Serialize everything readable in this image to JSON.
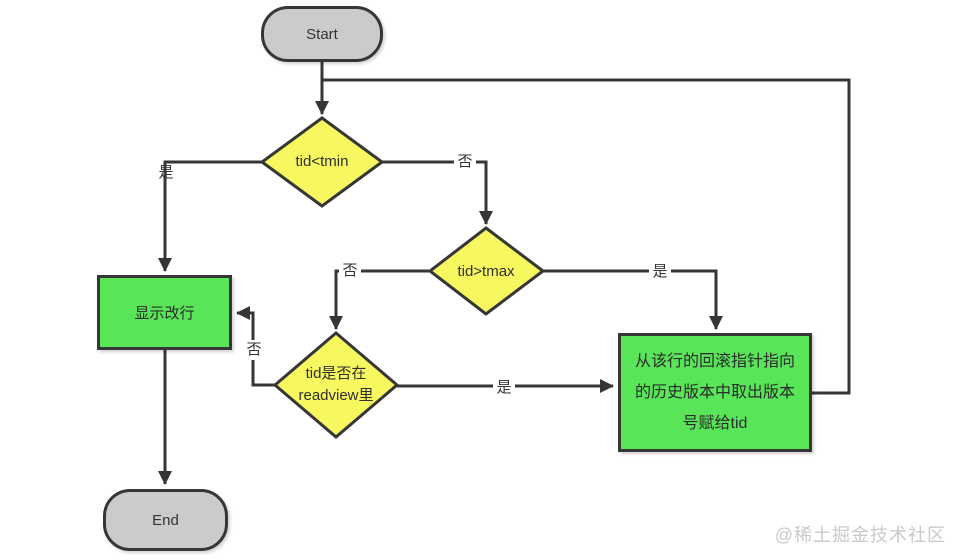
{
  "nodes": {
    "start": {
      "label": "Start"
    },
    "d1": {
      "label": "tid<tmin"
    },
    "d2": {
      "label": "tid>tmax"
    },
    "d3": {
      "label": "tid是否在\nreadview里"
    },
    "show_row": {
      "label": "显示改行"
    },
    "fetch_version": {
      "label": "从该行的回滚指针指向\n的历史版本中取出版本\n号赋给tid"
    },
    "end": {
      "label": "End"
    }
  },
  "edge_labels": {
    "d1_yes": "是",
    "d1_no": "否",
    "d2_no": "否",
    "d2_yes": "是",
    "d3_no": "否",
    "d3_yes": "是"
  },
  "watermark": "@稀土掘金技术社区",
  "colors": {
    "terminator_fill": "#cbcbcb",
    "decision_fill": "#f7f75f",
    "process_fill": "#58e658",
    "stroke": "#363636",
    "watermark": "#c9c9c9"
  }
}
